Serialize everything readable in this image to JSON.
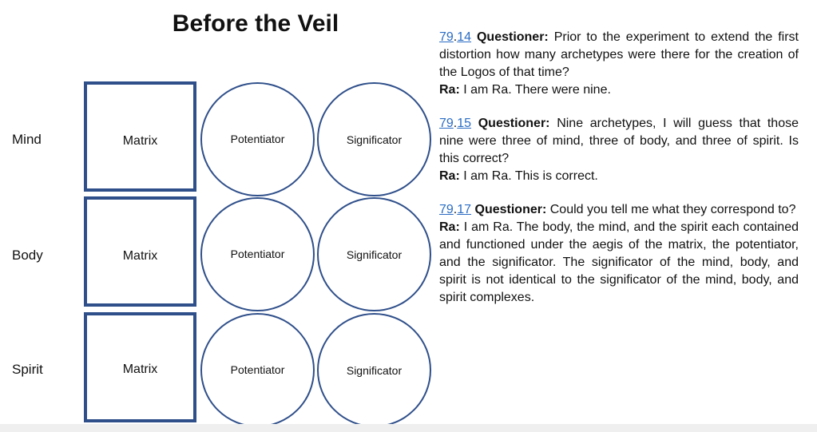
{
  "title": "Before the Veil",
  "rows": [
    {
      "label": "Mind",
      "box": "Matrix",
      "circle1": "Potentiator",
      "circle2": "Significator"
    },
    {
      "label": "Body",
      "box": "Matrix",
      "circle1": "Potentiator",
      "circle2": "Significator"
    },
    {
      "label": "Spirit",
      "box": "Matrix",
      "circle1": "Potentiator",
      "circle2": "Significator"
    }
  ],
  "quotes": [
    {
      "session": "79",
      "sep": ".",
      "question": "14",
      "questioner_label": "Questioner:",
      "question_text": "Prior to the experiment to extend the first distortion how many archetypes were there for the creation of the Logos of that time?",
      "ra_label": "Ra:",
      "answer_text": "I am Ra. There were nine."
    },
    {
      "session": "79",
      "sep": ".",
      "question": "15",
      "questioner_label": "Questioner:",
      "question_text": "Nine archetypes, I will guess that those nine were three of mind, three of body, and three of spirit. Is this correct?",
      "ra_label": "Ra:",
      "answer_text": "I am Ra. This is correct."
    },
    {
      "session": "79",
      "sep": ".",
      "question": "17",
      "questioner_label": "Questioner:",
      "question_text": "Could you tell me what they correspond to?",
      "ra_label": "Ra:",
      "answer_text": "I am Ra. The body, the mind, and the spirit each contained and functioned under the aegis of the matrix, the potentiator, and the significator. The significator of the mind, body, and spirit is not identical to the significator of the mind, body, and spirit complexes."
    }
  ],
  "colors": {
    "shape_border": "#2f4f8a",
    "link": "#2a6cc4"
  }
}
